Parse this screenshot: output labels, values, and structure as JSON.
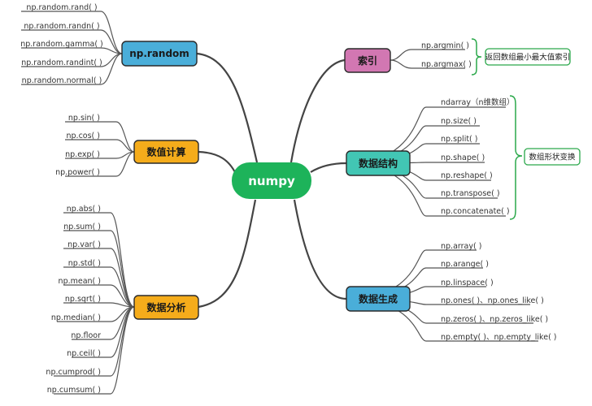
{
  "center": {
    "label": "numpy",
    "color": "#1db35a"
  },
  "topics": {
    "random": {
      "label": "np.random",
      "color": "#4aaed9",
      "items": [
        "np.random.rand( )",
        "np.random.randn( )",
        "np.random.gamma( )",
        "np.random.randint( )",
        "np.random.normal( )"
      ]
    },
    "compute": {
      "label": "数值计算",
      "color": "#f5ac1b",
      "items": [
        "np.sin( )",
        "np.cos( )",
        "np.exp( )",
        "np.power( )"
      ]
    },
    "analysis": {
      "label": "数据分析",
      "color": "#f5ac1b",
      "items": [
        "np.abs( )",
        "np.sum( )",
        "np.var( )",
        "np.std( )",
        "np.mean( )",
        "np.sqrt( )",
        "np.median( )",
        "np.floor",
        "np.ceil( )",
        "np.cumprod( )",
        "np.cumsum( )"
      ]
    },
    "index": {
      "label": "索引",
      "color": "#d277b2",
      "items": [
        "np.argmin( )",
        "np.argmax( )"
      ],
      "note": "返回数组最小最大值索引"
    },
    "structure": {
      "label": "数据结构",
      "color": "#42c6b4",
      "items": [
        "ndarray（n维数组）",
        "np.size( )",
        "np.split( )",
        "np.shape( )",
        "np.reshape( )",
        "np.transpose( )",
        "np.concatenate( )"
      ],
      "note": "数组形状变换"
    },
    "generate": {
      "label": "数据生成",
      "color": "#4aaed9",
      "items": [
        "np.array( )",
        "np.arange( )",
        "np.linspace( )",
        "np.ones( )、np.ones_like( )",
        "np.zeros( )、np.zeros_like( )",
        "np.empty( )、np.empty_like( )"
      ]
    }
  },
  "colors": {
    "line": "#444444",
    "bracket": "#2aa84a"
  }
}
